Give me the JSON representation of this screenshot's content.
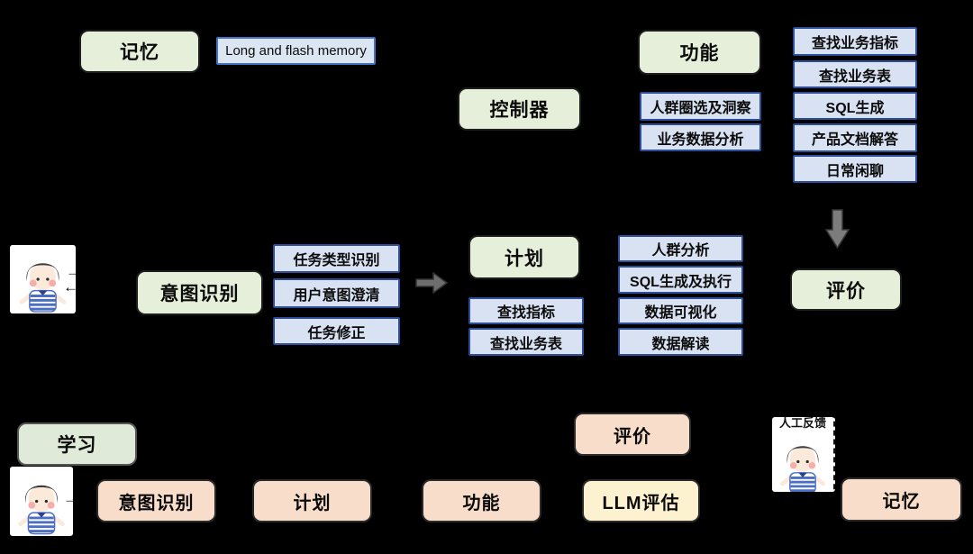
{
  "colors": {
    "background": "#000000",
    "module_green": "#e5efd9",
    "item_blue": "#d9e2f3",
    "item_blue_border": "#2e4d99",
    "loop_orange": "#f9ddcb",
    "loop_yellow": "#fcf2cf",
    "arrow_gray": "#6e6e6e"
  },
  "modules": {
    "memory": "记忆",
    "memory_note": "Long and flash memory",
    "controller": "控制器",
    "function": "功能",
    "function_items": [
      "人群圈选及洞察",
      "业务数据分析"
    ],
    "function_skills": [
      "查找业务指标",
      "查找业务表",
      "SQL生成",
      "产品文档解答",
      "日常闲聊"
    ],
    "intent": "意图识别",
    "intent_items": [
      "任务类型识别",
      "用户意图澄清",
      "任务修正"
    ],
    "plan": "计划",
    "plan_items": [
      "查找指标",
      "查找业务表"
    ],
    "plan_tasks": [
      "人群分析",
      "SQL生成及执行",
      "数据可视化",
      "数据解读"
    ],
    "evaluation": "评价"
  },
  "learning_loop": {
    "learning": "学习",
    "stages": [
      "意图识别",
      "计划",
      "功能"
    ],
    "evaluation": "评价",
    "llm_eval": "LLM评估",
    "memory": "记忆",
    "human_feedback": "人工反馈"
  },
  "icons": {
    "user_avatar": "cartoon-user",
    "flow_arrow_right": "thick-right-arrow",
    "flow_arrow_down": "thick-down-arrow"
  }
}
